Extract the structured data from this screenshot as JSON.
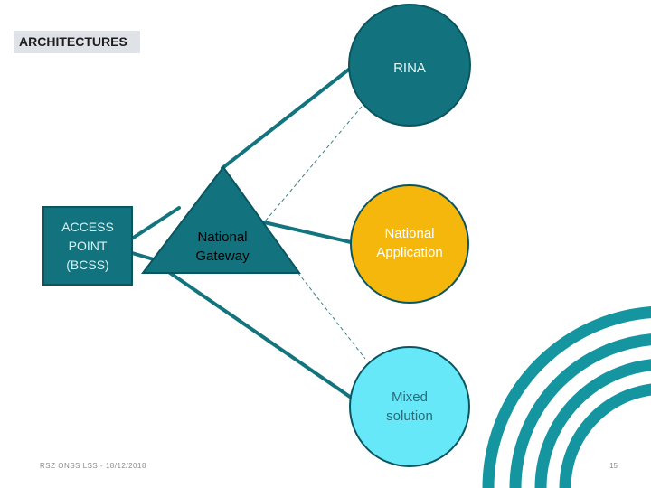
{
  "slide": {
    "title": "ARCHITECTURES",
    "footer": "RSZ ONSS LSS - 18/12/2018",
    "page_number": "15"
  },
  "nodes": {
    "access_point": {
      "label_line1": "ACCESS",
      "label_line2": "POINT",
      "label_line3": "(BCSS)"
    },
    "national_gateway": {
      "label_line1": "National",
      "label_line2": "Gateway"
    },
    "rina": {
      "label": "RINA"
    },
    "national_application": {
      "label_line1": "National",
      "label_line2": "Application"
    },
    "mixed_solution": {
      "label_line1": "Mixed",
      "label_line2": "solution"
    }
  },
  "colors": {
    "teal": "#12727d",
    "teal_border": "#0b5560",
    "orange": "#f5b70b",
    "cyan": "#67e8f9",
    "decor_arcs": "#1595a0",
    "dashed": "#3b7e86"
  }
}
